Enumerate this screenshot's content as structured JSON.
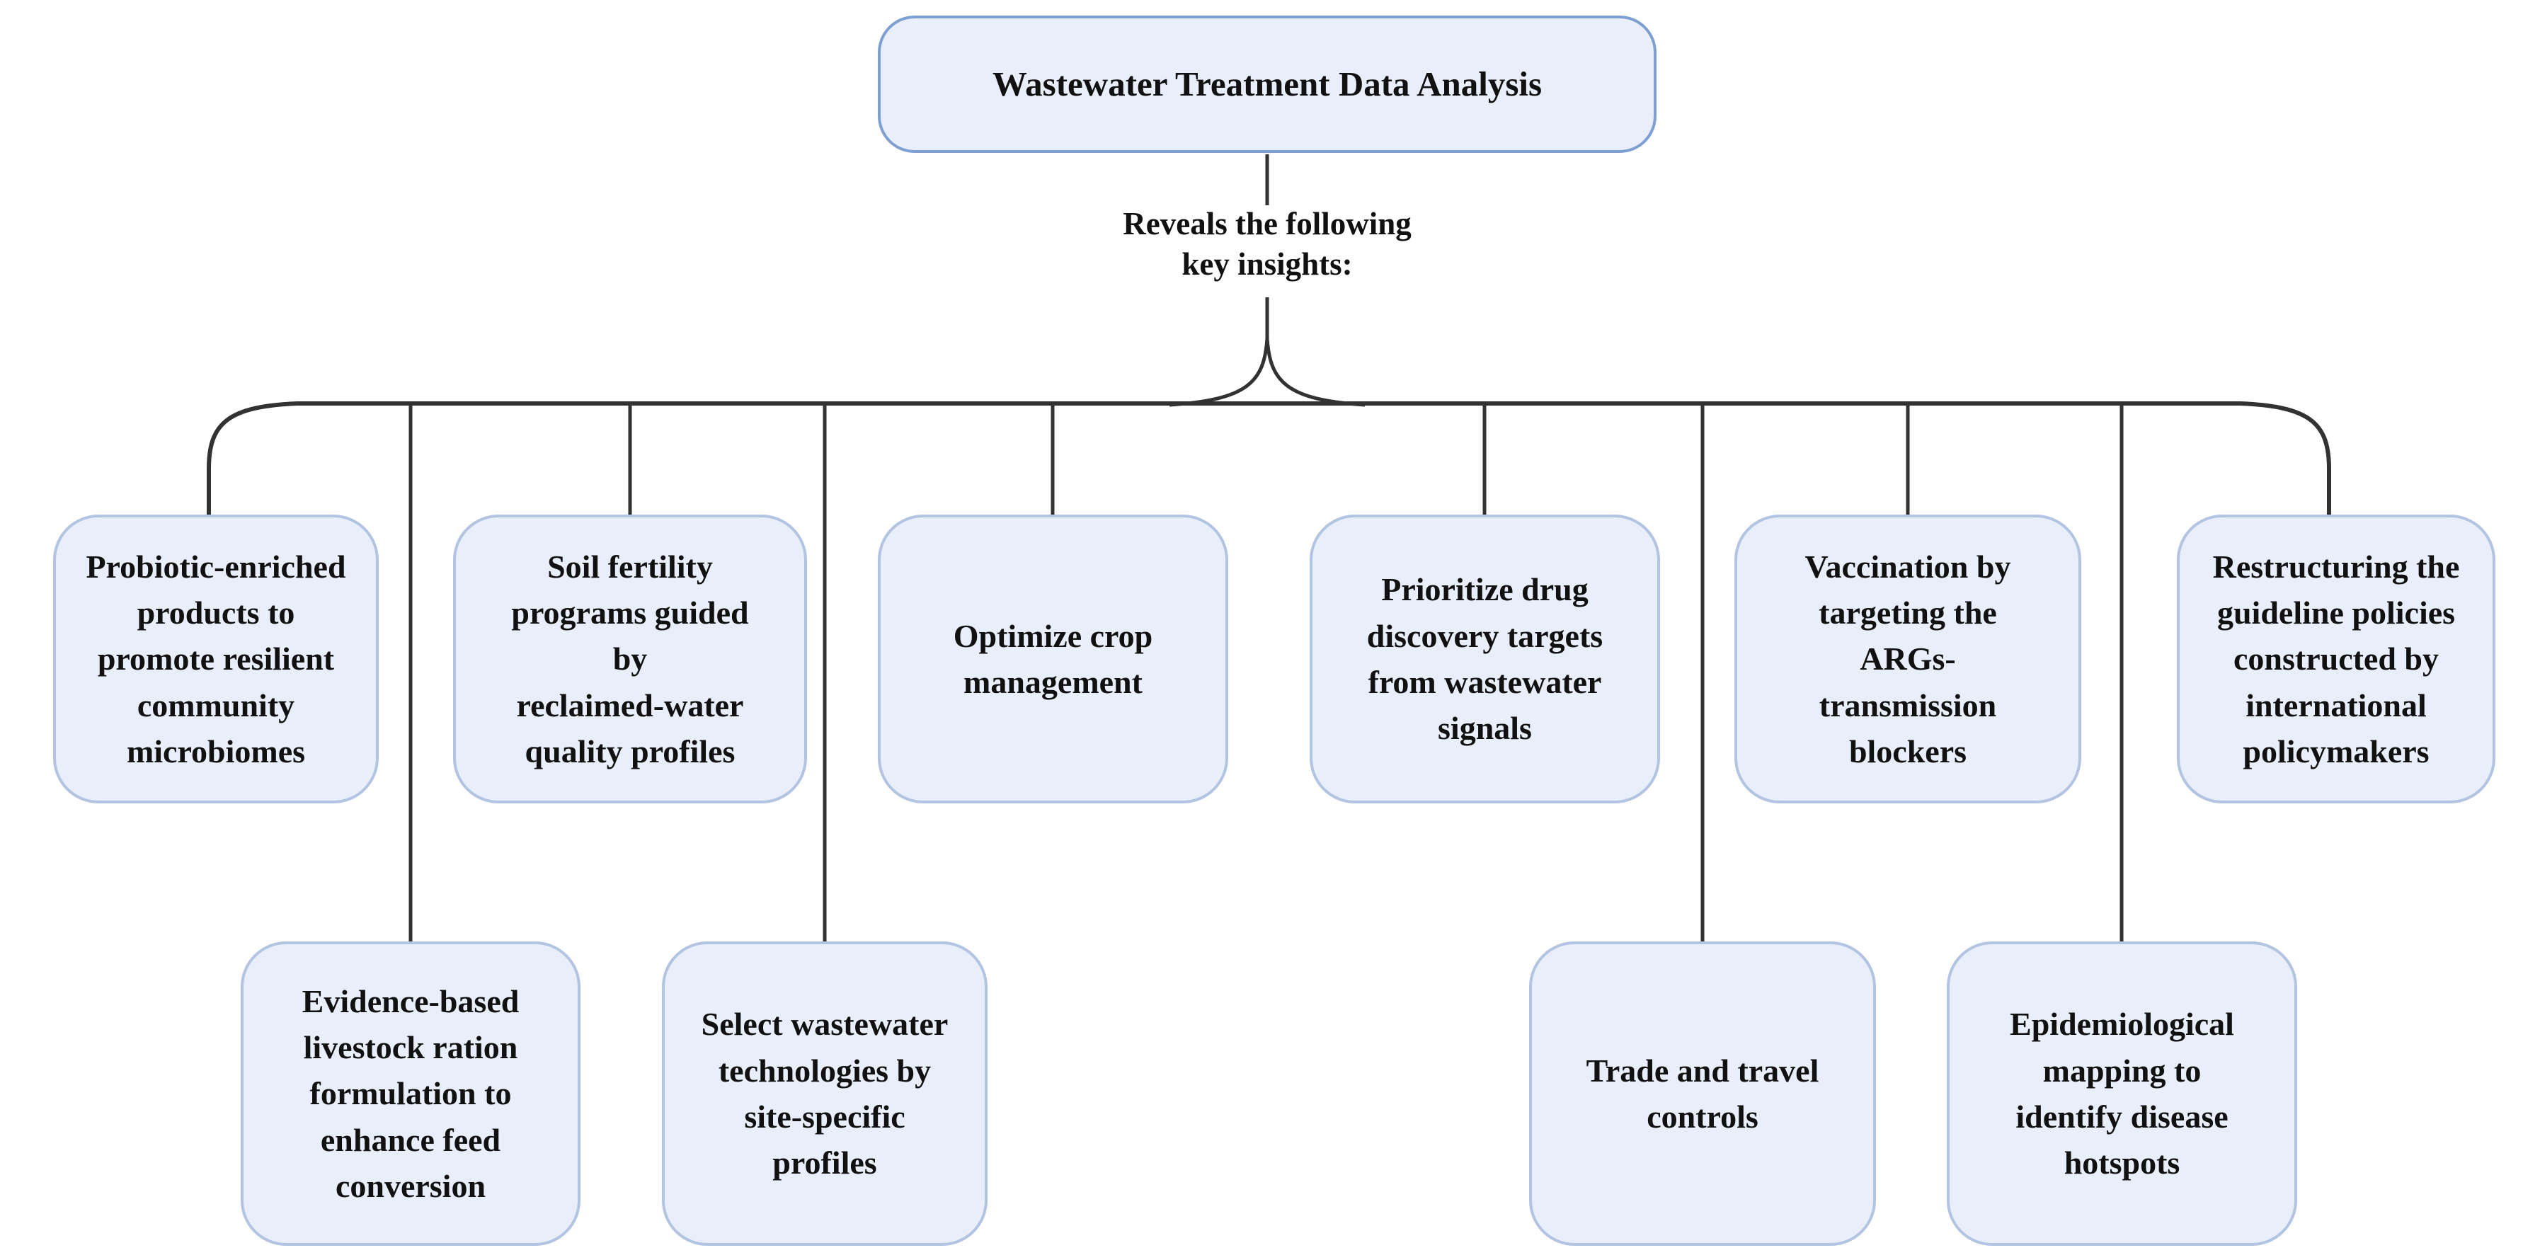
{
  "figure": {
    "title_node": "Wastewater Treatment Data Analysis",
    "caption": "Reveals the following\nkey insights:",
    "colors": {
      "background": "#ffffff",
      "box_fill": "#e9effa",
      "box_border": "#b3c4e2",
      "root_border": "#7e9fd1",
      "line_color": "#323232",
      "text_color": "#111111"
    },
    "insight_nodes_top_row": [
      {
        "label": "Probiotic-enriched\nproducts to\npromote resilient\ncommunity\nmicrobiomes"
      },
      {
        "label": "Soil fertility\nprograms guided\nby\nreclaimed-water\nquality profiles"
      },
      {
        "label": "Optimize crop\nmanagement"
      },
      {
        "label": "Prioritize drug\ndiscovery targets\nfrom wastewater\nsignals"
      },
      {
        "label": "Vaccination by\ntargeting the\nARGs-\ntransmission\nblockers"
      },
      {
        "label": "Restructuring the\nguideline policies\nconstructed by\ninternational\npolicymakers"
      }
    ],
    "insight_nodes_bottom_row": [
      {
        "label": "Evidence-based\nlivestock ration\nformulation to\nenhance feed\nconversion"
      },
      {
        "label": "Select wastewater\ntechnologies by\nsite-specific\nprofiles"
      },
      {
        "label": "Trade and travel\ncontrols"
      },
      {
        "label": "Epidemiological\nmapping to\nidentify disease\nhotspots"
      }
    ]
  }
}
